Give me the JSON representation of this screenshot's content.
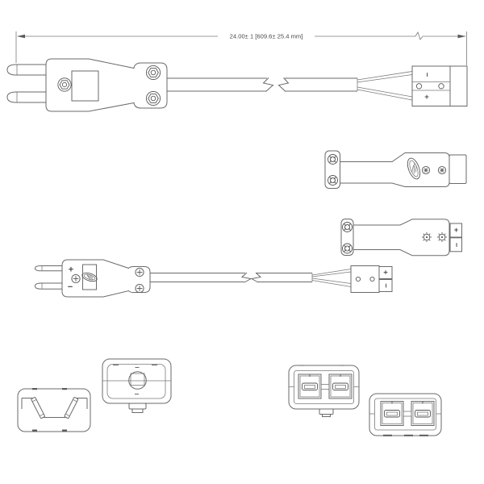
{
  "dimension": {
    "label": "24.00± 1 [609.6± 25.4 mm]"
  },
  "polarity": {
    "plus": "+",
    "minus": "−"
  },
  "icons": {
    "hex_screw": "hexagon-head-screw ⬢",
    "phillips_screw": "phillips-screw ✜",
    "plus_screw": "cross-screw ✚",
    "sun_screw": "serrated-screw ✳",
    "star_screw": "asterisk-mark ✳",
    "cable_break": "break-line zigzag 〜",
    "brand_stamp": "oval-brand-logo ⬭"
  }
}
